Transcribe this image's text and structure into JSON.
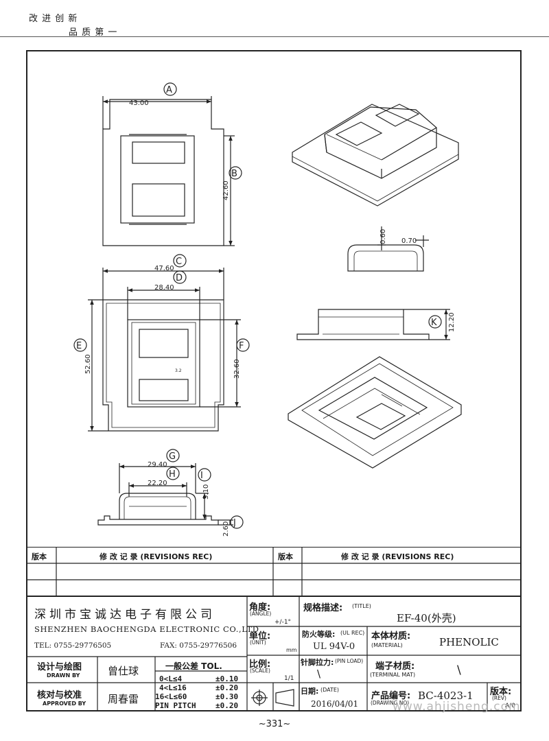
{
  "header": {
    "slogan_line1": "改 进 创 新",
    "slogan_line2": "品 质 第 一"
  },
  "drawing": {
    "labels": {
      "A": "A",
      "B": "B",
      "C": "C",
      "D": "D",
      "E": "E",
      "F": "F",
      "G": "G",
      "H": "H",
      "I": "I",
      "J": "J",
      "K": "K"
    },
    "dims": {
      "A": "43.00",
      "B": "42.60",
      "C": "47.60",
      "D": "28.40",
      "E": "52.60",
      "F": "32.60",
      "G": "29.40",
      "H": "22.20",
      "I": "5.10",
      "J": "2.60",
      "K": "12.20",
      "wall_t": "0.60",
      "wall_w": "0.70",
      "inner": "3.2"
    }
  },
  "revisions": {
    "col_ver": "版本",
    "col_rec": "修  改  记  录   (REVISIONS REC)"
  },
  "titleblock": {
    "company_cn": "深圳市宝诚达电子有限公司",
    "company_en": "SHENZHEN BAOCHENGDA ELECTRONIC CO.,LTD",
    "tel": "TEL: 0755-29776505",
    "fax": "FAX: 0755-29776506",
    "angle_cn": "角度:",
    "angle_en": "(ANGLE)",
    "angle_val": "+/-1°",
    "unit_cn": "单位:",
    "unit_en": "(UNIT)",
    "unit_val": "mm",
    "scale_cn": "比例:",
    "scale_en": "(SCALE)",
    "scale_val": "1/1",
    "title_cn": "规格描述:",
    "title_en": "(TITLE)",
    "title_val": "EF-40(外壳)",
    "fire_cn": "防火等级:",
    "fire_en": "(UL REC)",
    "fire_val": "UL 94V-0",
    "material_cn": "本体材质:",
    "material_en": "(MATERIAL)",
    "material_val": "PHENOLIC",
    "pin_cn": "针脚拉力:",
    "pin_en": "(PIN LOAD)",
    "pin_val": "\\",
    "terminal_cn": "端子材质:",
    "terminal_en": "(TERMINAL MAT)",
    "terminal_val": "\\",
    "date_cn": "日期:",
    "date_en": "(DATE)",
    "date_val": "2016/04/01",
    "drawno_cn": "产品编号:",
    "drawno_en": "(DRAWING NO)",
    "drawno_val": "BC-4023-1",
    "rev_cn": "版本:",
    "rev_en": "(REV)",
    "rev_val": "A/0",
    "drawn_cn": "设计与绘图",
    "drawn_en": "DRAWN BY",
    "drawn_name": "曾仕球",
    "approved_cn": "核对与校准",
    "approved_en": "APPROVED BY",
    "approved_name": "周春雷",
    "tol_title": "一般公差 TOL.",
    "tol": [
      {
        "range": "0<L≤4",
        "val": "±0.10"
      },
      {
        "range": "4<L≤16",
        "val": "±0.20"
      },
      {
        "range": "16<L≤60",
        "val": "±0.30"
      },
      {
        "range": "PIN PITCH",
        "val": "±0.20"
      }
    ]
  },
  "footer": {
    "page": "~331~",
    "watermark": "www.ahjisheng.com"
  }
}
